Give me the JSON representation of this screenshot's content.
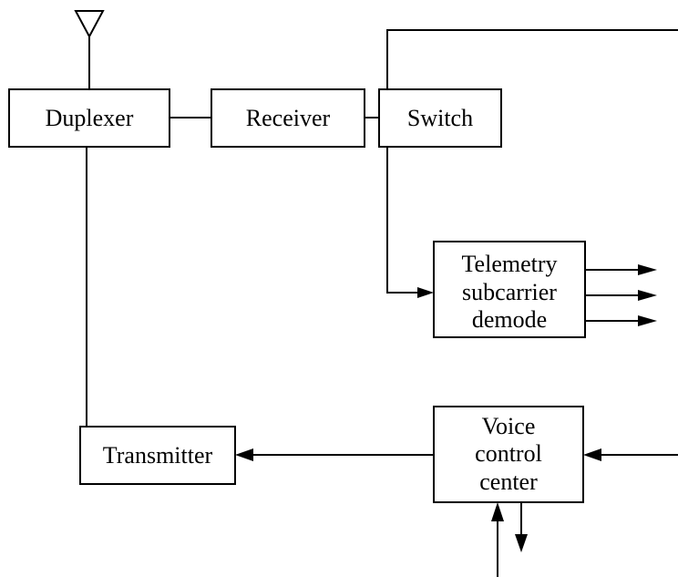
{
  "blocks": {
    "duplexer": "Duplexer",
    "receiver": "Receiver",
    "switch": "Switch",
    "telemetry": [
      "Telemetry",
      "subcarrier",
      "demode"
    ],
    "transmitter": "Transmitter",
    "voice": [
      "Voice",
      "control",
      "center"
    ]
  },
  "icons": {
    "antenna": "antenna-icon"
  }
}
